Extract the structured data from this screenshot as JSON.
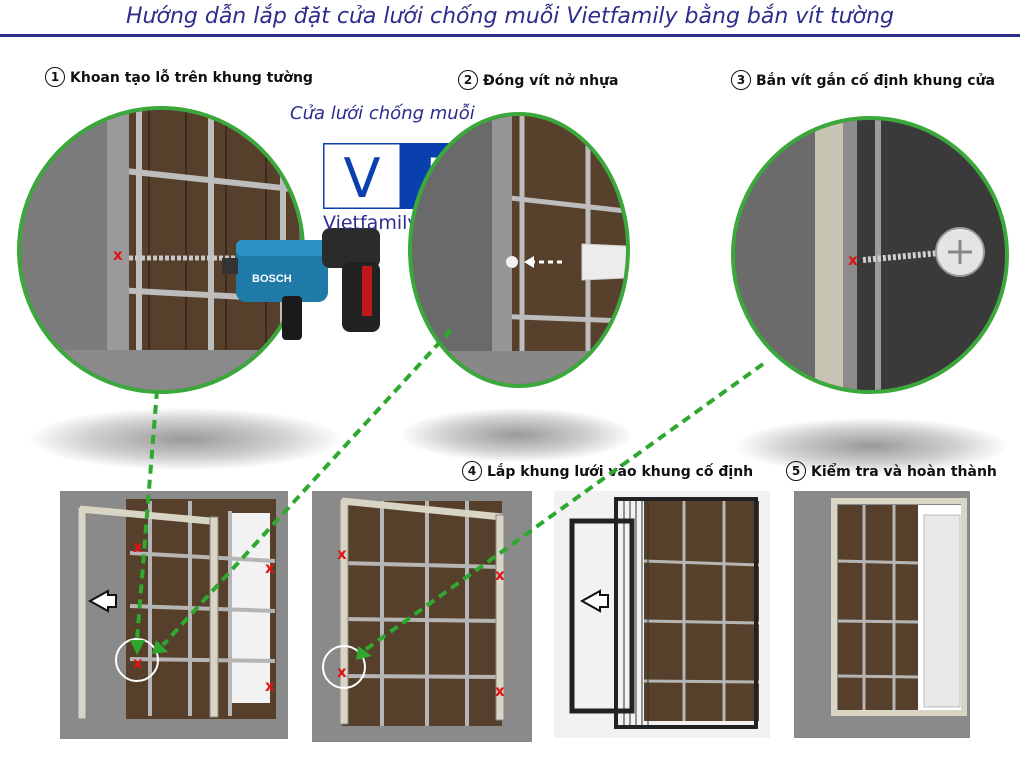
{
  "title": "Hướng dẫn lắp đặt cửa lưới chống muỗi Vietfamily bằng bắn vít tường",
  "logo": {
    "caption": "Cửa lưới chống muỗi",
    "letter_left": "V",
    "letter_right": "F",
    "url": "Vietfamily.vn",
    "colors": {
      "brand": "#2c2d8c",
      "accent": "#0a3fae"
    }
  },
  "steps": [
    {
      "num": "1",
      "label": "Khoan tạo lỗ trên khung tường"
    },
    {
      "num": "2",
      "label": "Đóng vít nở nhựa"
    },
    {
      "num": "3",
      "label": "Bắn vít gắn cố định khung cửa"
    },
    {
      "num": "4",
      "label": "Lắp khung lưới vào khung cố định"
    },
    {
      "num": "5",
      "label": "Kiểm tra và hoàn thành"
    }
  ],
  "drill_brand": "BOSCH",
  "marker": "x",
  "colors": {
    "ring": "#3aa83a",
    "marker": "#e01515",
    "wood": "#5a3d26",
    "wall": "#7a7a7a"
  }
}
